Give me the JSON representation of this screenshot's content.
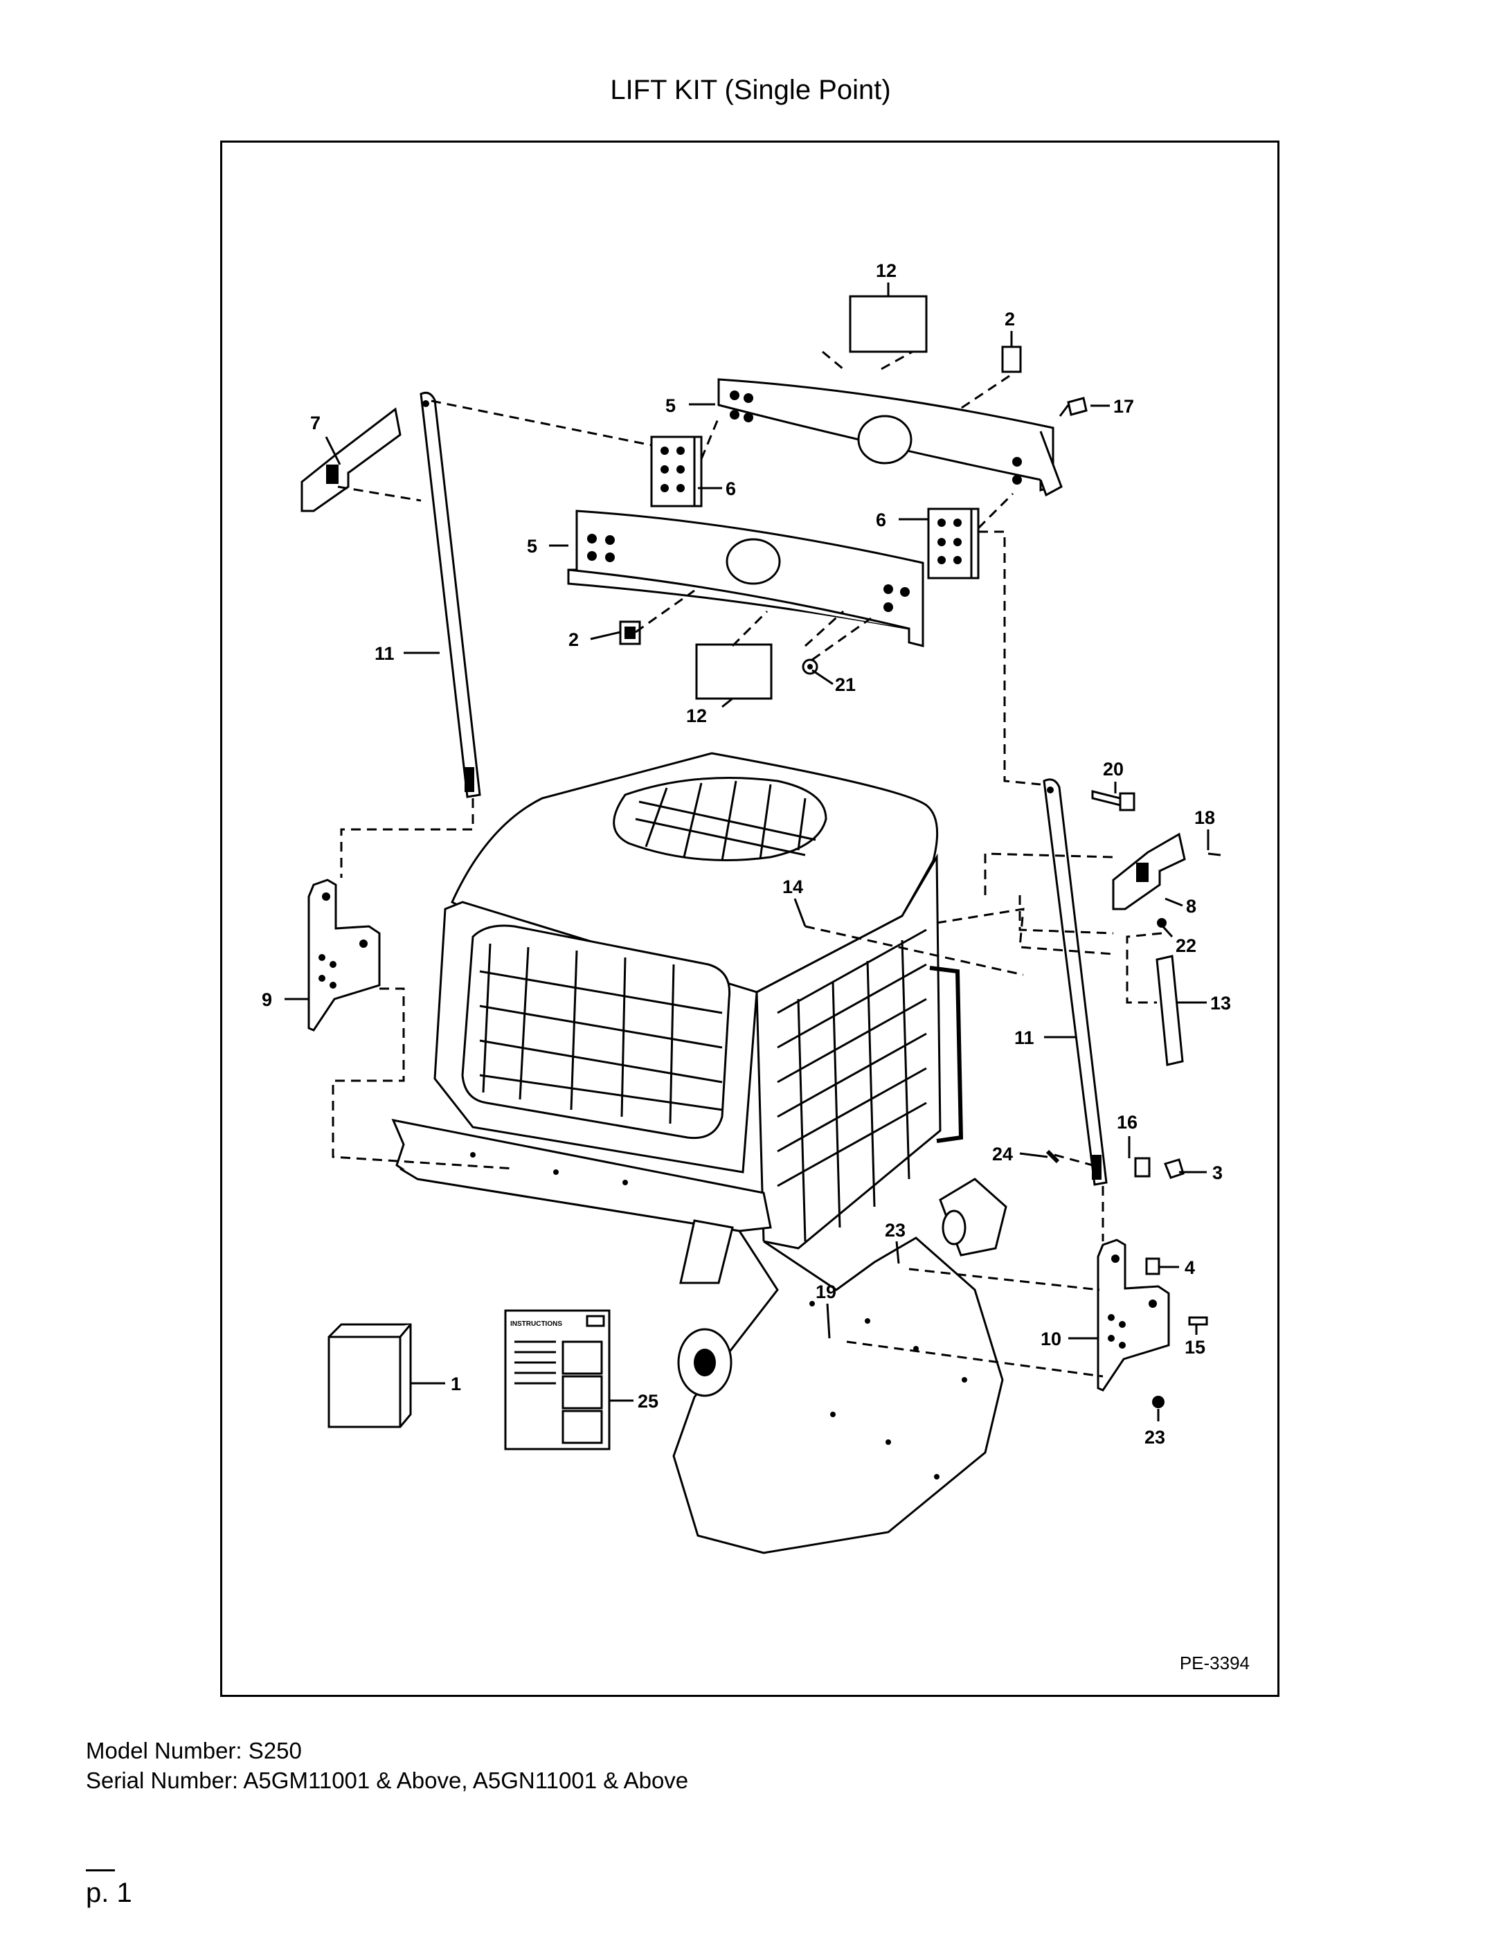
{
  "page": {
    "title": "LIFT KIT (Single Point)",
    "drawing_code": "PE-3394",
    "model_number": "Model Number: S250",
    "serial_number": "Serial Number: A5GM11001 & Above, A5GN11001 & Above",
    "page_number": "p. 1"
  },
  "decal_text": "INSTRUCTIONS",
  "callouts": {
    "c1": "1",
    "c2a": "2",
    "c2b": "2",
    "c3": "3",
    "c4": "4",
    "c5a": "5",
    "c5b": "5",
    "c6a": "6",
    "c6b": "6",
    "c7": "7",
    "c8": "8",
    "c9": "9",
    "c10": "10",
    "c11a": "11",
    "c11b": "11",
    "c12a": "12",
    "c12b": "12",
    "c13": "13",
    "c14": "14",
    "c15": "15",
    "c16": "16",
    "c17": "17",
    "c18": "18",
    "c19": "19",
    "c20": "20",
    "c21": "21",
    "c22": "22",
    "c23a": "23",
    "c23b": "23",
    "c24": "24",
    "c25": "25"
  }
}
